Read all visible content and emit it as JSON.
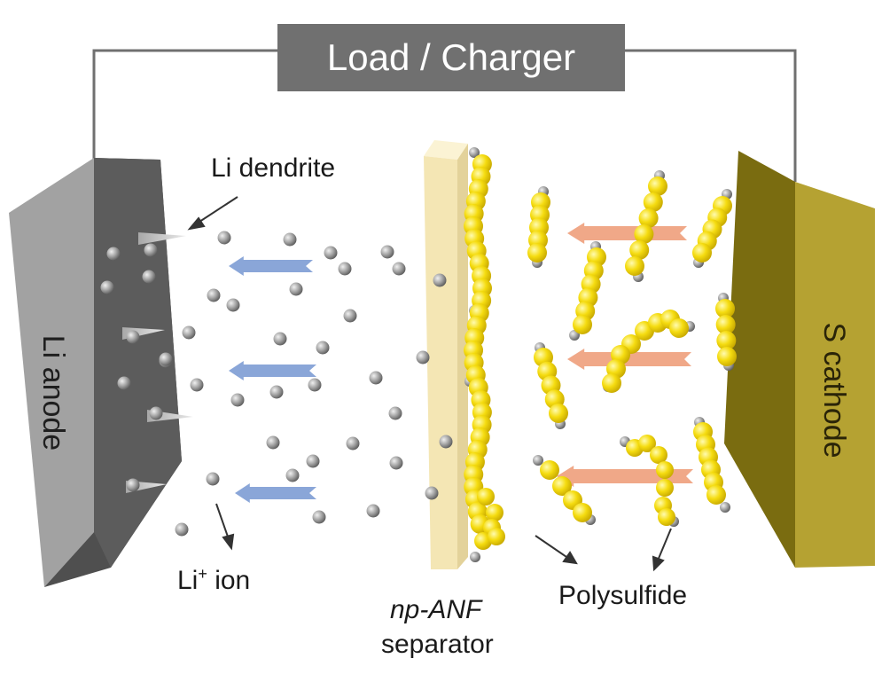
{
  "load_label": "Load / Charger",
  "anode_label": "Li anode",
  "cathode_label": "S cathode",
  "dendrite_label": "Li dendrite",
  "ion_label_base": "Li",
  "ion_label_sup": "+",
  "ion_label_suffix": " ion",
  "separator_label_line1": "np-ANF",
  "separator_label_line2": "separator",
  "polysulfide_label": "Polysulfide",
  "colors": {
    "anode_front": "#5a5a5a",
    "anode_side": "#9a9a9a",
    "cathode_front": "#b4a030",
    "cathode_side": "#7c6e10",
    "separator": "#f4e6b4",
    "sulfur": "#f2d60a",
    "li_ion": "#9a9a9a",
    "arrow_blue": "#8aa6d8",
    "arrow_orange": "#f0a888",
    "label_box": "#707070",
    "wire": "#707070"
  },
  "icons": [
    "li-ion-sphere-icon",
    "polysulfide-chain-icon",
    "dendrite-spike-icon",
    "ion-flow-arrow-icon"
  ]
}
